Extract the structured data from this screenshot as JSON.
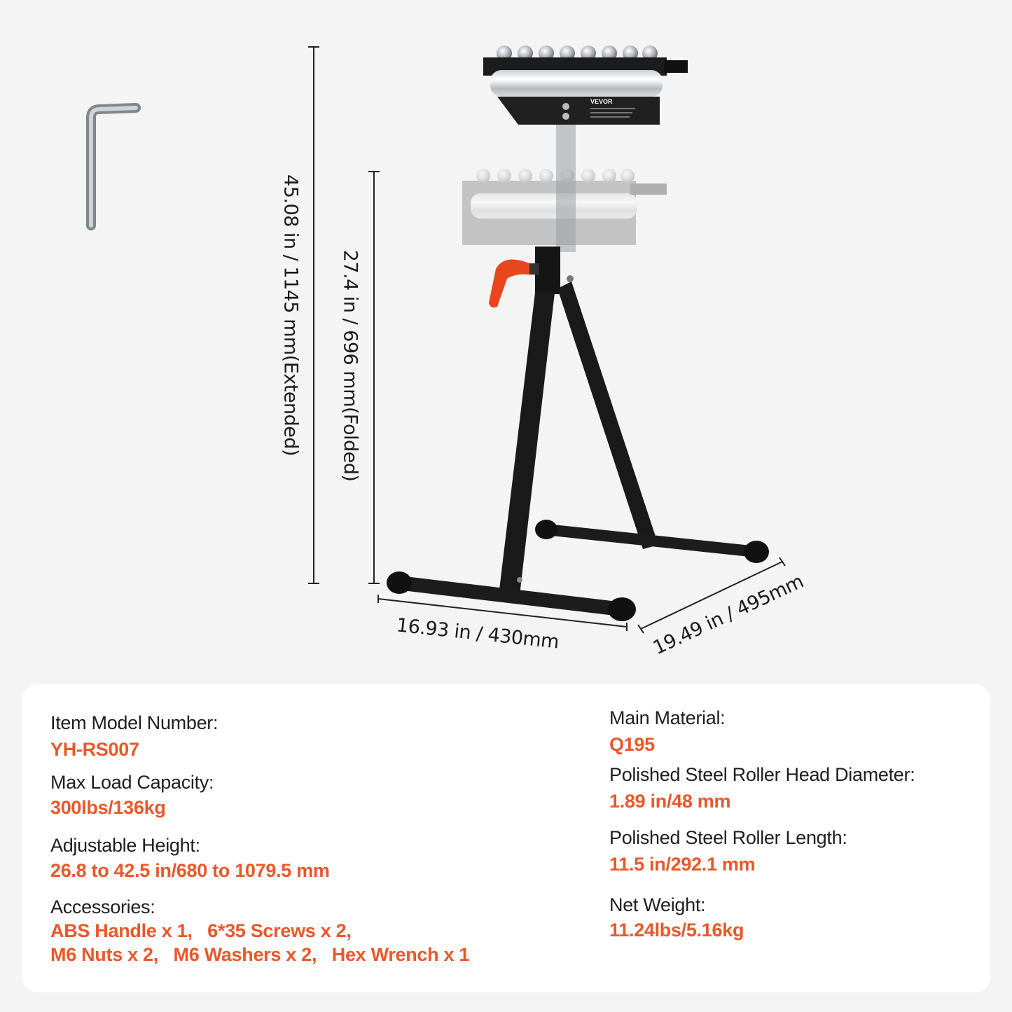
{
  "dimensions": {
    "extended_height": "45.08 in / 1145 mm(Extended)",
    "folded_height": "27.4 in / 696 mm(Folded)",
    "width": "16.93 in / 430mm",
    "depth": "19.49 in / 495mm"
  },
  "product": {
    "brand_mark": "VEVOR",
    "accessory_shown": "hex-wrench-icon",
    "handle_color": "#e8471c",
    "frame_color": "#1a1a1a"
  },
  "specs": {
    "model_label": "Item Model Number:",
    "model_value": "YH-RS007",
    "load_label": "Max Load Capacity:",
    "load_value": "300lbs/136kg",
    "height_label": "Adjustable Height:",
    "height_value": "26.8 to 42.5 in/680 to 1079.5 mm",
    "accessories_label": "Accessories:",
    "accessories_line1": "ABS Handle x 1,   6*35 Screws x 2,",
    "accessories_line2": "M6 Nuts x 2,   M6 Washers x 2,   Hex Wrench x 1",
    "material_label": "Main Material:",
    "material_value": "Q195",
    "diameter_label": "Polished Steel Roller Head Diameter:",
    "diameter_value": "1.89 in/48 mm",
    "length_label": "Polished Steel Roller Length:",
    "length_value": "11.5 in/292.1 mm",
    "weight_label": "Net Weight:",
    "weight_value": "11.24lbs/5.16kg"
  },
  "colors": {
    "accent": "#e9582a",
    "text": "#1e1e1e",
    "background": "#f4f4f4",
    "card": "#ffffff"
  }
}
